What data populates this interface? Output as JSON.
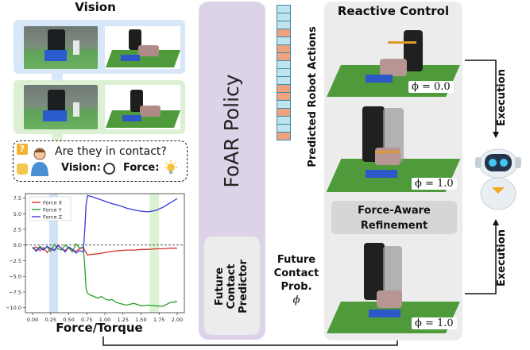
{
  "vision": {
    "title": "Vision",
    "question": "Are they in contact?",
    "vision_label": "Vision:",
    "force_label": "Force:"
  },
  "policy": {
    "title": "FoAR Policy",
    "predictor": [
      "Future",
      "Contact",
      "Predictor"
    ]
  },
  "actions": {
    "label": "Predicted Robot Actions",
    "cells": 17,
    "highlight_cells": [
      3,
      5,
      6,
      10,
      11,
      13,
      16
    ],
    "cell_color": "#bfe4ee",
    "highlight_color": "#f0a27e"
  },
  "probability": {
    "lines": [
      "Future",
      "Contact",
      "Prob."
    ],
    "symbol": "ϕ"
  },
  "reactive": {
    "title": "Reactive Control",
    "phi_values": [
      "ϕ = 0.0",
      "ϕ = 1.0",
      "ϕ = 1.0"
    ],
    "refinement": [
      "Force-Aware",
      "Refinement"
    ],
    "execution": "Execution"
  },
  "force_label": "Force/Torque",
  "chart_data": {
    "type": "line",
    "xlim": [
      -0.1,
      2.1
    ],
    "ylim": [
      -10.8,
      8.2
    ],
    "x_ticks": [
      0.0,
      0.25,
      0.5,
      0.75,
      1.0,
      1.25,
      1.5,
      1.75,
      2.0
    ],
    "x_tick_labels": [
      "0.00",
      "0.25",
      "0.50",
      "0.75",
      "1.00",
      "1.25",
      "1.50",
      "1.75",
      "2.00"
    ],
    "y_ticks": [
      -10.0,
      -7.5,
      -5.0,
      -2.5,
      0.0,
      2.5,
      5.0,
      7.5
    ],
    "y_tick_labels": [
      "−10.0",
      "−7.5",
      "−5.0",
      "−2.5",
      "0.0",
      "2.5",
      "5.0",
      "7.5"
    ],
    "zero_line": true,
    "shaded_regions": [
      {
        "from": 0.23,
        "to": 0.35,
        "color": "#a9cbee"
      },
      {
        "from": 1.62,
        "to": 1.75,
        "color": "#bfe7ae"
      }
    ],
    "series": [
      {
        "name": "Force X",
        "color": "#e03030",
        "x": [
          0.0,
          0.05,
          0.1,
          0.15,
          0.2,
          0.25,
          0.3,
          0.35,
          0.4,
          0.45,
          0.5,
          0.55,
          0.6,
          0.65,
          0.7,
          0.72,
          0.76,
          0.8,
          0.9,
          1.0,
          1.1,
          1.2,
          1.3,
          1.4,
          1.5,
          1.6,
          1.7,
          1.8,
          1.9,
          2.0
        ],
        "y": [
          -0.6,
          -0.3,
          -0.9,
          -0.4,
          -1.2,
          -0.5,
          -0.8,
          0.0,
          -0.6,
          -0.9,
          -0.3,
          -0.8,
          -1.0,
          -0.6,
          -0.4,
          -0.8,
          -1.6,
          -1.5,
          -1.4,
          -1.2,
          -1.0,
          -0.9,
          -0.8,
          -0.8,
          -0.7,
          -0.7,
          -0.6,
          -0.6,
          -0.5,
          -0.5
        ]
      },
      {
        "name": "Force Y",
        "color": "#28a028",
        "x": [
          0.0,
          0.05,
          0.1,
          0.15,
          0.2,
          0.25,
          0.3,
          0.35,
          0.4,
          0.45,
          0.5,
          0.55,
          0.6,
          0.65,
          0.7,
          0.72,
          0.74,
          0.76,
          0.8,
          0.85,
          0.9,
          0.95,
          1.0,
          1.05,
          1.1,
          1.15,
          1.2,
          1.3,
          1.4,
          1.5,
          1.6,
          1.7,
          1.8,
          1.9,
          2.0
        ],
        "y": [
          -0.4,
          -0.9,
          -0.2,
          -0.7,
          -0.3,
          -1.0,
          0.1,
          -0.6,
          -0.8,
          0.0,
          -0.5,
          -1.1,
          0.2,
          -0.5,
          -0.3,
          -3.0,
          -7.0,
          -7.7,
          -8.0,
          -8.2,
          -8.5,
          -8.2,
          -8.6,
          -8.8,
          -8.7,
          -9.1,
          -9.3,
          -9.6,
          -9.3,
          -9.7,
          -9.6,
          -9.7,
          -9.8,
          -9.2,
          -9.0
        ]
      },
      {
        "name": "Force Z",
        "color": "#3838dd",
        "x": [
          0.0,
          0.05,
          0.1,
          0.15,
          0.2,
          0.25,
          0.3,
          0.35,
          0.4,
          0.45,
          0.5,
          0.55,
          0.6,
          0.65,
          0.7,
          0.72,
          0.74,
          0.76,
          0.8,
          0.9,
          1.0,
          1.1,
          1.2,
          1.3,
          1.4,
          1.5,
          1.6,
          1.7,
          1.8,
          1.9,
          2.0
        ],
        "y": [
          -0.3,
          -1.0,
          -0.4,
          -0.8,
          -0.2,
          -0.6,
          -0.9,
          -0.1,
          -0.5,
          -1.1,
          -0.3,
          -0.7,
          -1.3,
          -0.9,
          -1.1,
          2.0,
          6.5,
          7.9,
          7.8,
          7.4,
          7.0,
          6.6,
          6.3,
          5.9,
          5.6,
          5.4,
          5.3,
          5.5,
          6.0,
          6.7,
          7.4
        ]
      }
    ]
  }
}
